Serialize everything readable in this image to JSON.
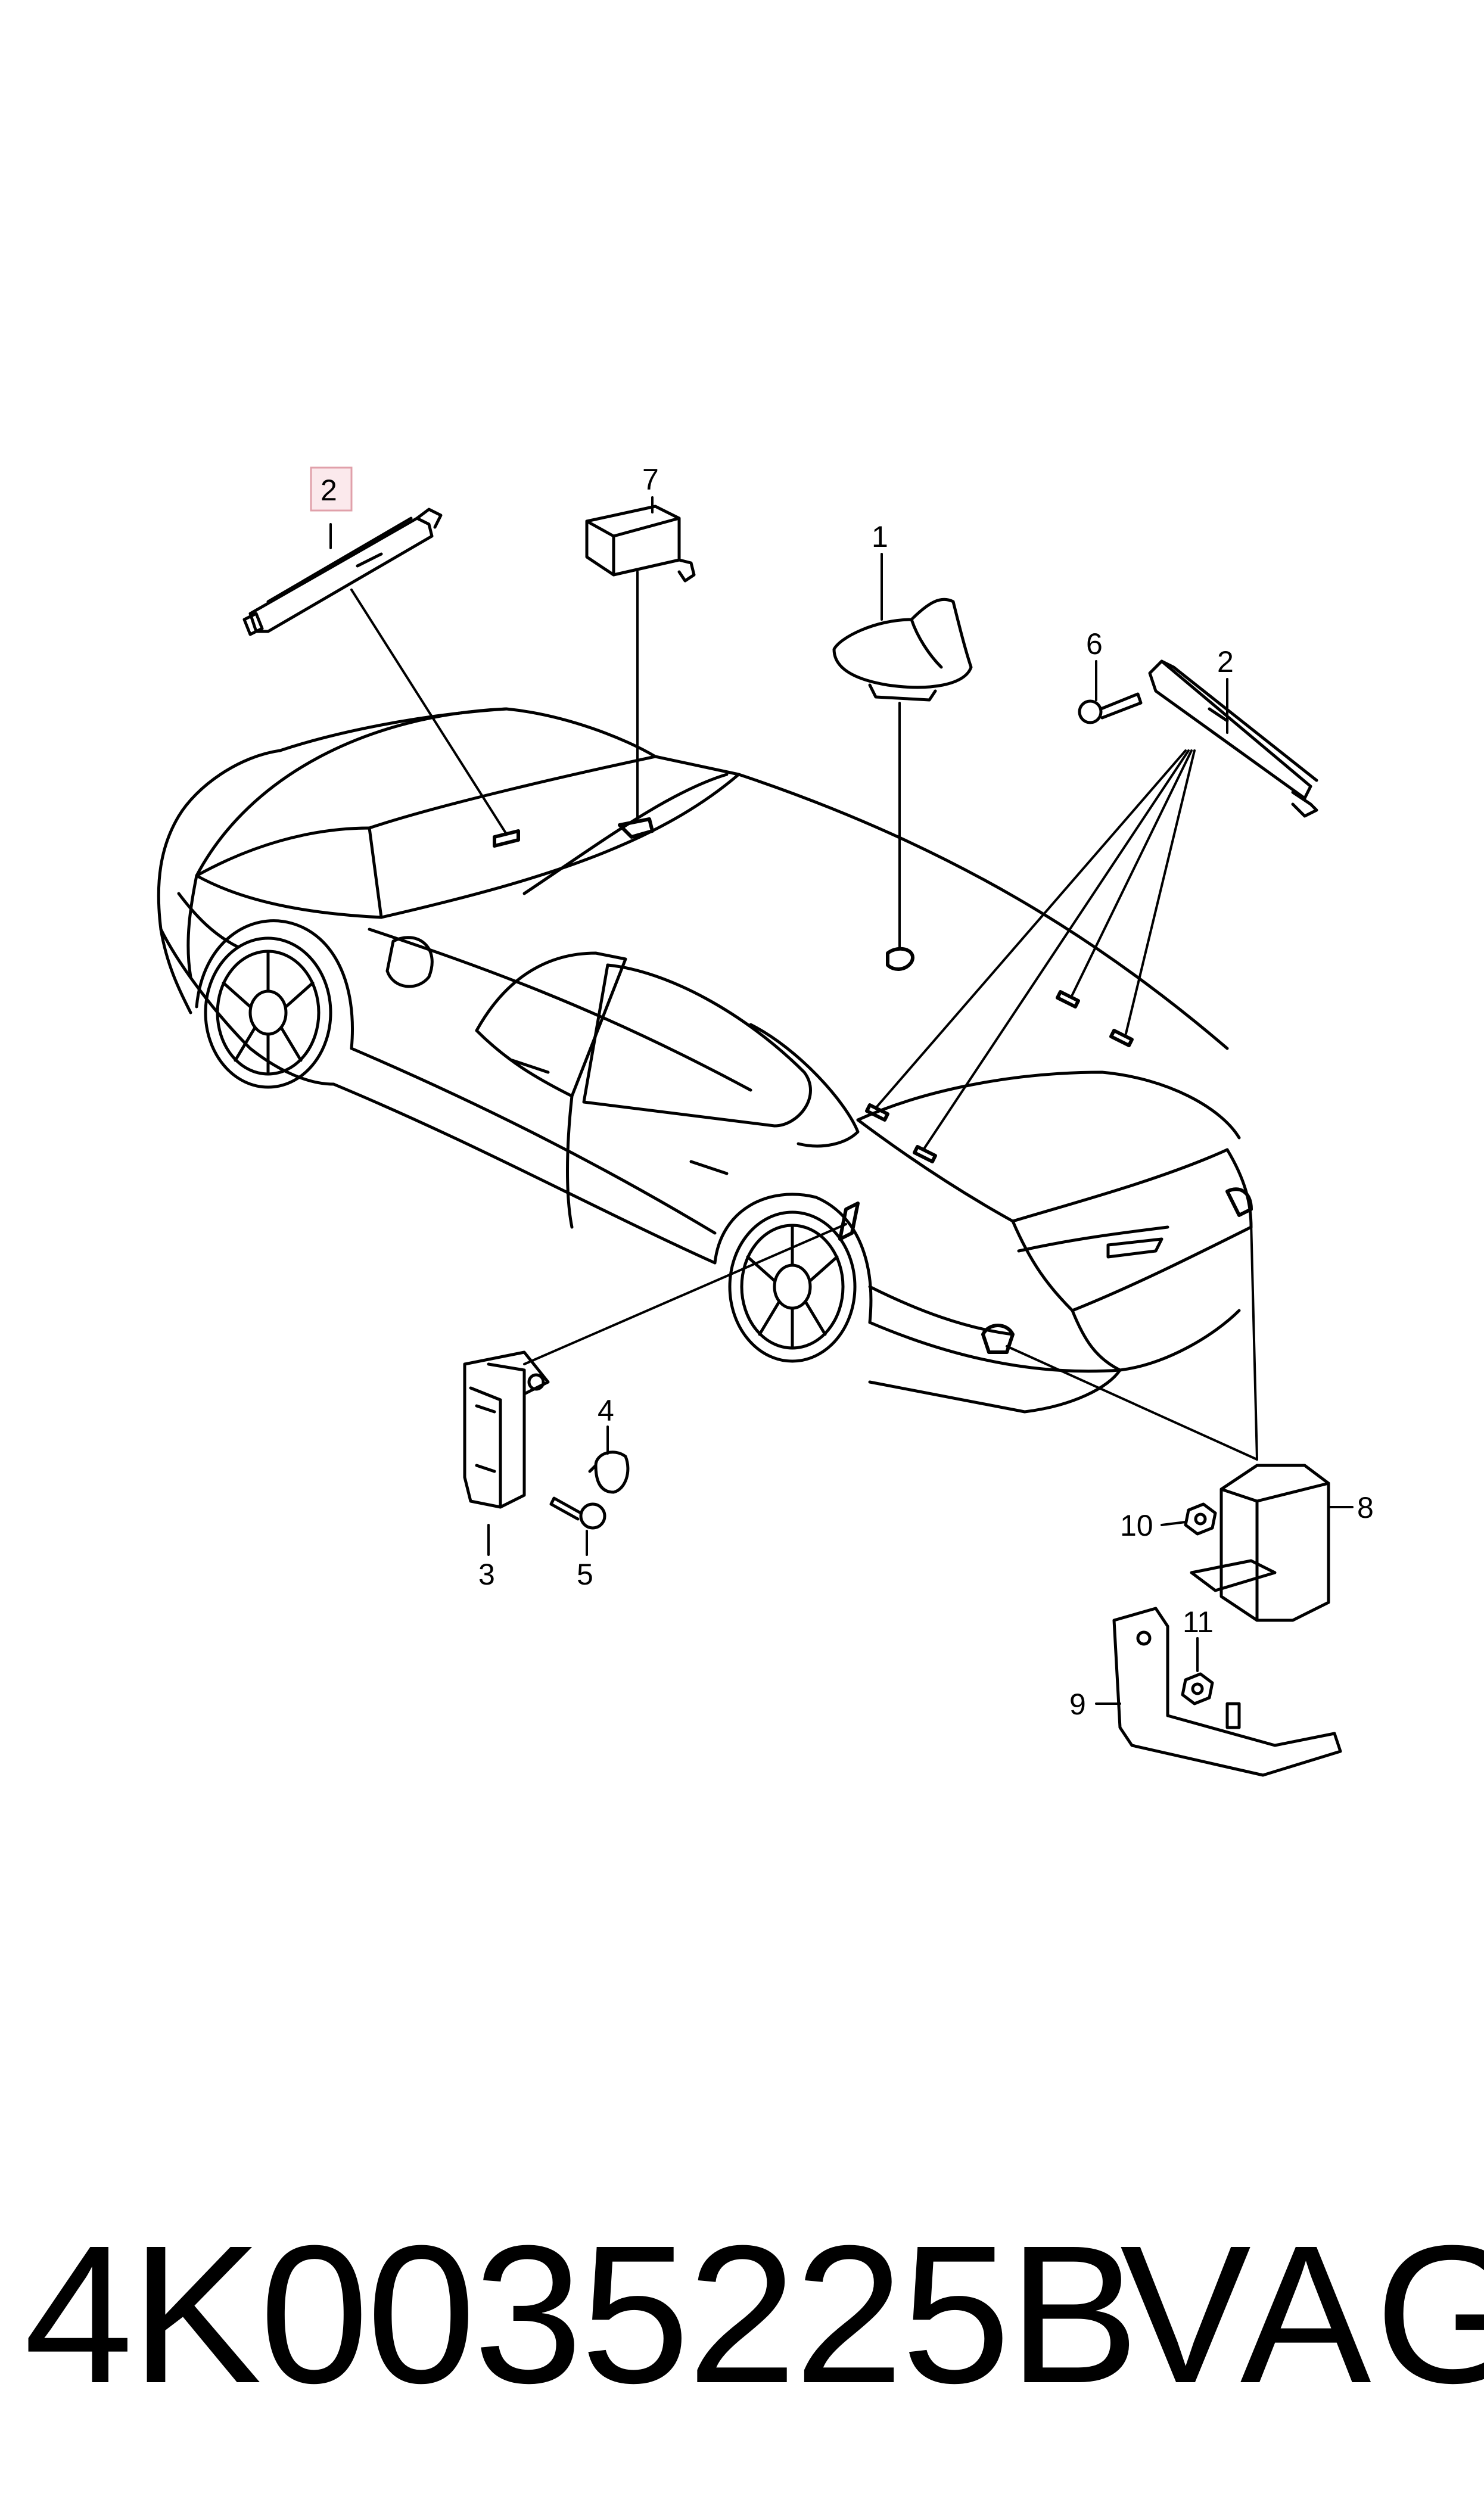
{
  "diagram": {
    "callouts": {
      "c1": "1",
      "c2_highlight": "2",
      "c2": "2",
      "c3": "3",
      "c4": "4",
      "c5": "5",
      "c6": "6",
      "c7": "7",
      "c8": "8",
      "c9": "9",
      "c10": "10",
      "c11": "11"
    },
    "highlight_color": "#e0a0aa",
    "highlight_fill": "#fbe9ec"
  },
  "footer": {
    "part_number": "4K0035225B",
    "brand": "VAG"
  }
}
